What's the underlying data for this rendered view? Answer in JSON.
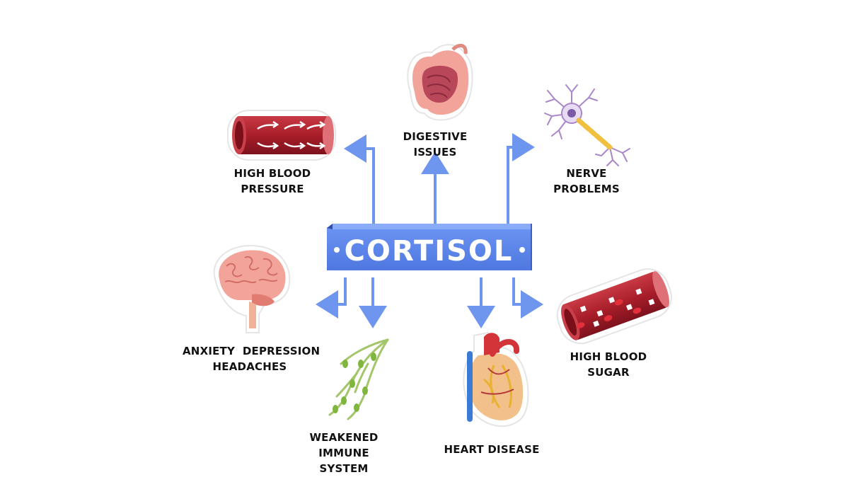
{
  "center": {
    "title": "CORTISOL"
  },
  "effects": {
    "digestive": {
      "label": "DIGESTIVE ISSUES",
      "icon": "intestines-icon"
    },
    "blood_pressure": {
      "label": "HIGH BLOOD PRESSURE",
      "icon": "blood-vessel-arrows-icon"
    },
    "nerve": {
      "label": "NERVE PROBLEMS",
      "icon": "neuron-icon"
    },
    "anxiety": {
      "label_line1": "ANXIETY  DEPRESSION",
      "label_line2": "HEADACHES",
      "icon": "brain-icon"
    },
    "immune": {
      "label_line1": "WEAKENED",
      "label_line2": "IMMUNE SYSTEM",
      "icon": "lymph-vessels-icon"
    },
    "heart": {
      "label": "HEART DISEASE",
      "icon": "heart-icon"
    },
    "blood_sugar": {
      "label": "HIGH BLOOD SUGAR",
      "icon": "blood-vessel-sugar-icon"
    }
  },
  "colors": {
    "banner": "#5b86ee",
    "banner_dark": "#3d5fc4",
    "arrow": "#6f96ee",
    "vessel": "#b3222e",
    "organ_pink": "#f2a49a"
  }
}
